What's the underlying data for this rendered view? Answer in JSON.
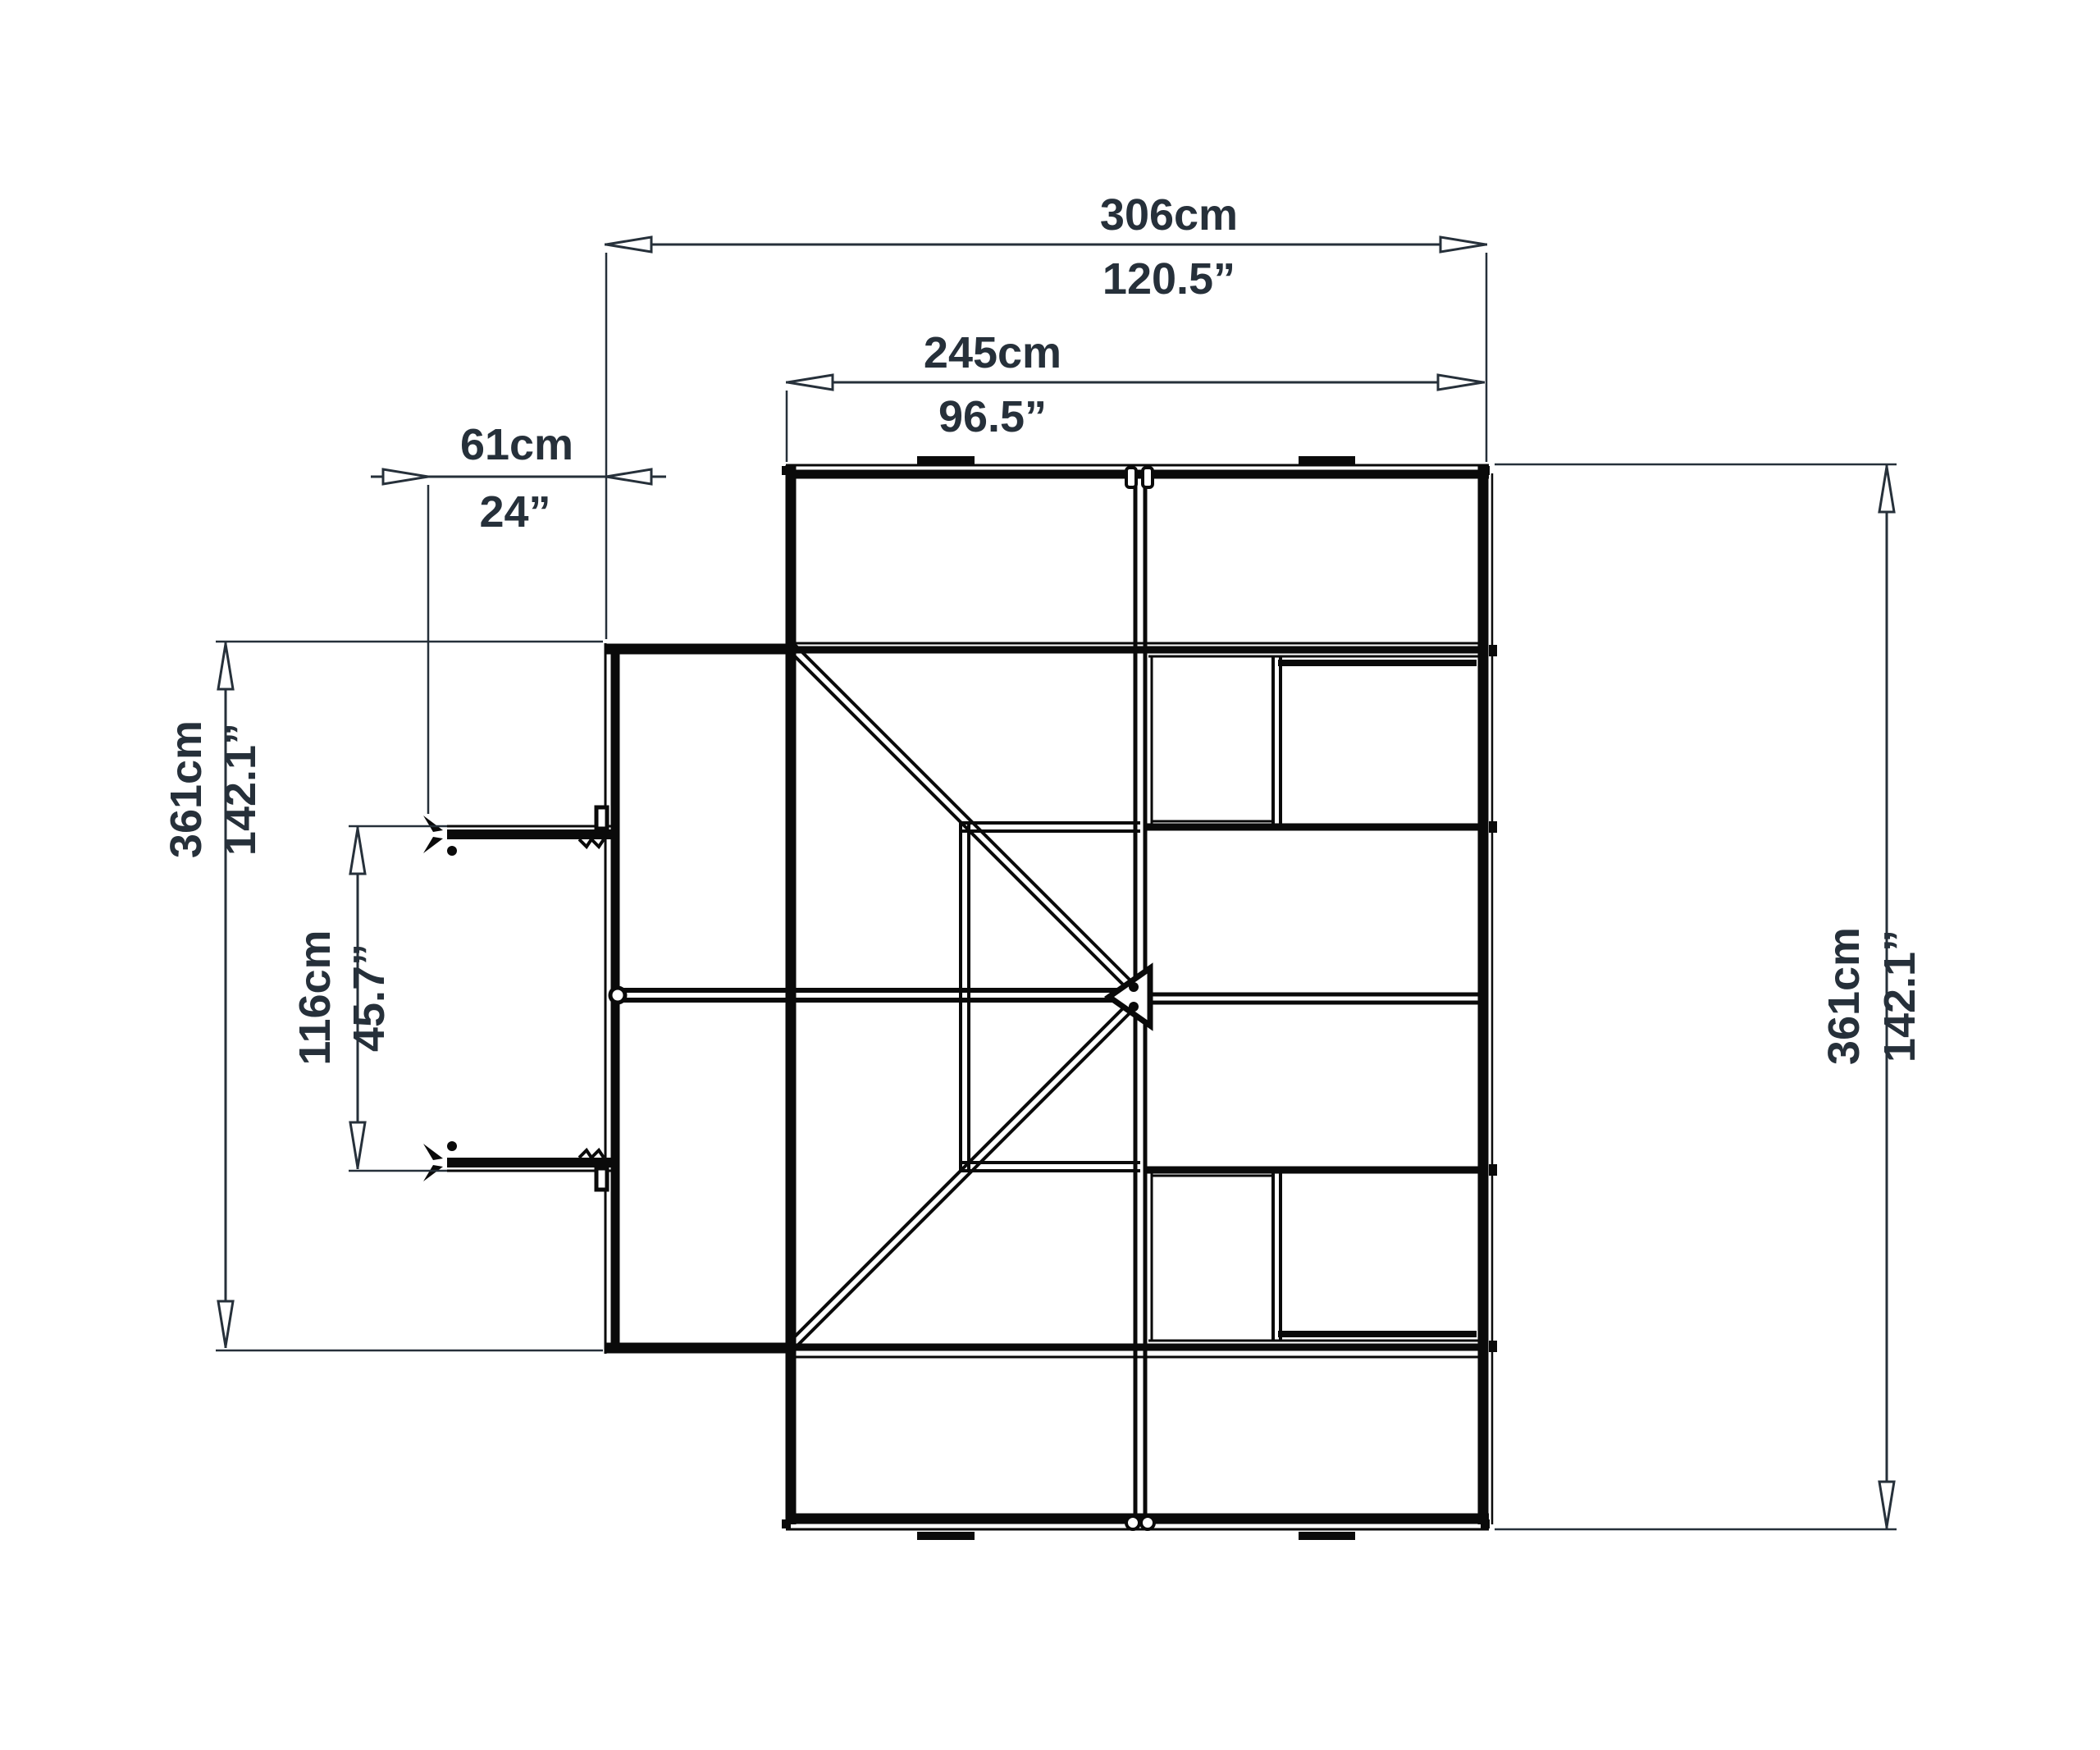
{
  "document": {
    "type": "technical dimension drawing",
    "subject": "greenhouse top view plan with outside dimensions"
  },
  "colors": {
    "background": "#ffffff",
    "frame_line": "#0a0a0a",
    "dimension_line": "#26303a",
    "text": "#26303a"
  },
  "dimensions": {
    "overall_width": {
      "cm": "306cm",
      "in": "120.5”"
    },
    "main_body_width": {
      "cm": "245cm",
      "in": "96.5”"
    },
    "side_extension": {
      "cm": "61cm",
      "in": "24”"
    },
    "left_overall_depth": {
      "cm": "361cm",
      "in": "142.1”"
    },
    "vent_opening": {
      "cm": "116cm",
      "in": "45.7”"
    },
    "right_overall_depth": {
      "cm": "361cm",
      "in": "142.1”"
    }
  }
}
